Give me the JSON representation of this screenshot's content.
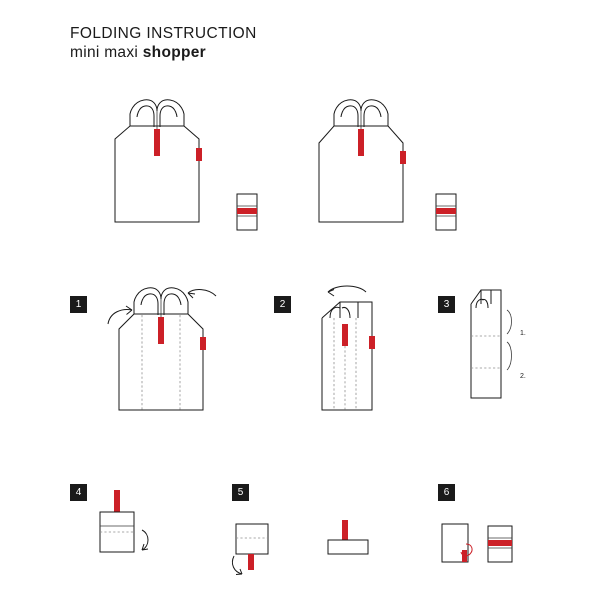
{
  "header": {
    "line1": "FOLDING INSTRUCTION",
    "line2_normal": "mini maxi ",
    "line2_bold": "shopper"
  },
  "colors": {
    "ink": "#1a1a1a",
    "red": "#cc2027",
    "dash": "#8e8e8e",
    "background": "#ffffff"
  },
  "steps": [
    {
      "id": "1",
      "number": "1",
      "caption": ""
    },
    {
      "id": "2",
      "number": "2",
      "caption": ""
    },
    {
      "id": "3",
      "number": "3",
      "caption": ""
    },
    {
      "id": "4",
      "number": "4",
      "caption": ""
    },
    {
      "id": "5",
      "number": "5",
      "caption": ""
    },
    {
      "id": "6",
      "number": "6",
      "caption": ""
    }
  ],
  "sublabels": {
    "fold_one": "1.",
    "fold_two": "2."
  },
  "figures": {
    "top_left": "shopper-bag-front-view",
    "top_left_small": "folded-pouch-front",
    "top_right": "shopper-bag-front-view-alt",
    "top_right_small": "folded-pouch-front-alt",
    "step1": "bag-flat-with-side-fold-arrows",
    "step2": "bag-folded-thirds-with-top-arrow",
    "step3": "narrow-strip-with-fold-marks",
    "step4": "strip-folded-with-curl-arrow",
    "step5": "square-fold-with-arrow-and-pouch",
    "step6": "pouch-tuck-and-final-pouch"
  }
}
